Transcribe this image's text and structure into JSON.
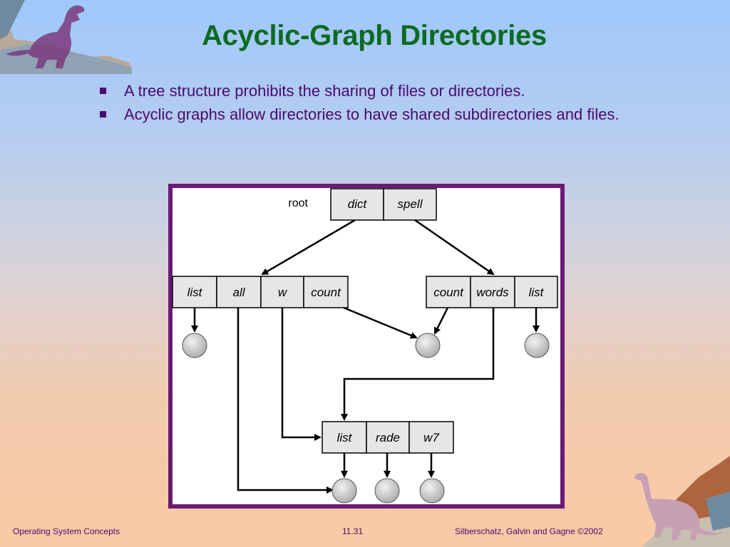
{
  "slide": {
    "title": "Acyclic-Graph Directories",
    "bullets": [
      "A tree structure prohibits the sharing of files or directories.",
      "Acyclic graphs allow directories to have shared subdirectories and files."
    ]
  },
  "diagram": {
    "root_label": "root",
    "root_dir": [
      "dict",
      "spell"
    ],
    "dict_dir": [
      "list",
      "all",
      "w",
      "count"
    ],
    "spell_dir": [
      "count",
      "words",
      "list"
    ],
    "shared_dir": [
      "list",
      "rade",
      "w7"
    ]
  },
  "footer": {
    "left": "Operating System Concepts",
    "center": "11.31",
    "right": "Silberschatz, Galvin and  Gagne ©2002"
  },
  "colors": {
    "title": "#0c6b22",
    "text": "#4b0a6e",
    "frame": "#6b1a76",
    "cell_fill": "#e6e6e6",
    "file_node": "#c9c9c9"
  }
}
